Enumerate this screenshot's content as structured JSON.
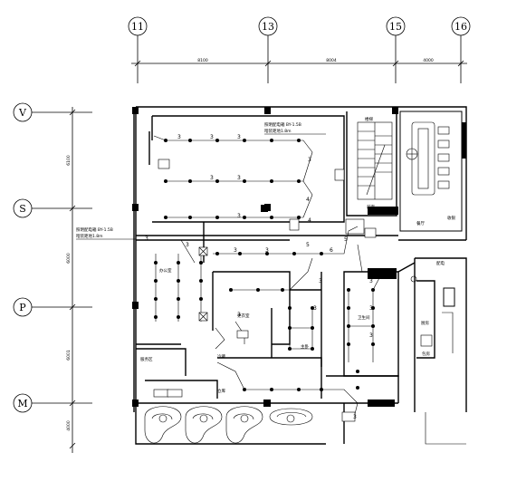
{
  "grid": {
    "top_axes": [
      {
        "label": "11"
      },
      {
        "label": "13"
      },
      {
        "label": "15"
      },
      {
        "label": "16"
      }
    ],
    "top_dims": [
      "8100",
      "8004",
      "4000"
    ],
    "left_axes": [
      {
        "label": "V"
      },
      {
        "label": "S"
      },
      {
        "label": "P"
      },
      {
        "label": "M"
      }
    ],
    "left_dims": [
      "6100",
      "6000",
      "6001",
      "4000"
    ]
  },
  "circuit_numbers": [
    "3",
    "3",
    "3",
    "3",
    "3",
    "3",
    "4",
    "3",
    "3",
    "5",
    "6",
    "5",
    "3",
    "3",
    "3",
    "3",
    "3",
    "3",
    "3",
    "4",
    "3",
    "3",
    "3"
  ],
  "room_labels": [
    "楼梯",
    "前室",
    "餐厅",
    "收银",
    "配电",
    "卫生间",
    "办公室",
    "更衣室",
    "主卧",
    "冷藏",
    "厨房",
    "包房",
    "仓库",
    "服务区"
  ],
  "notes": {
    "n1_line1": "照明配电箱 BY-1.5B",
    "n1_line2": "暗装距地1.8m",
    "n2_line1": "照明配电箱 BY-1.5B",
    "n2_line2": "暗装距地1.8m"
  }
}
